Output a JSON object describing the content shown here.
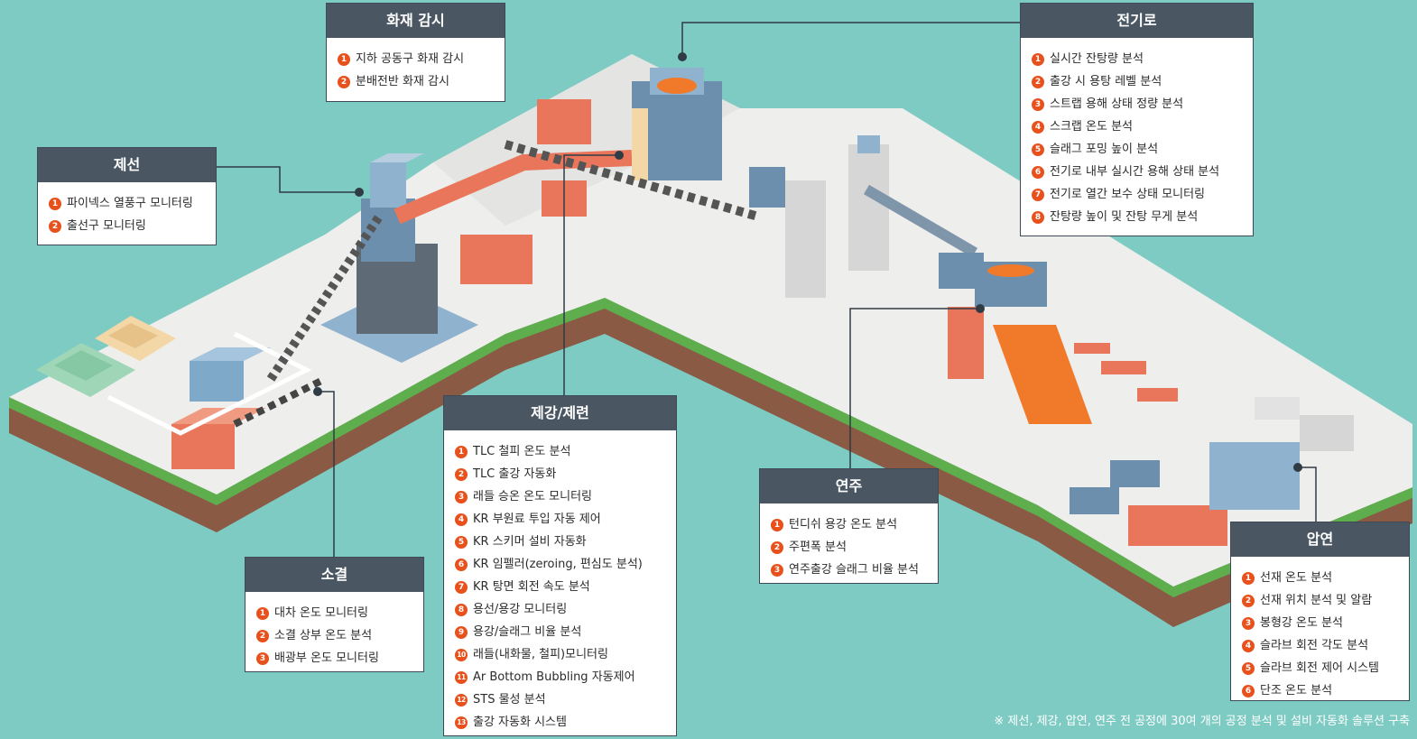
{
  "sections": {
    "fire": {
      "title": "화재 감시",
      "items": [
        "지하 공동구 화재 감시",
        "분배전반 화재 감시"
      ]
    },
    "eaf": {
      "title": "전기로",
      "items": [
        "실시간 잔탕량 분석",
        "출강 시 용탕 레벨 분석",
        "스트랩 용해 상태 정량 분석",
        "스크랩 온도 분석",
        "슬래그 포밍 높이 분석",
        "전기로 내부 실시간 용해 상태 분석",
        "전기로 열간 보수 상태 모니터링",
        "잔탕량 높이 및 잔탕 무게 분석"
      ]
    },
    "ironmaking": {
      "title": "제선",
      "items": [
        "파이넥스 열풍구 모니터링",
        "출선구 모니터링"
      ]
    },
    "steelmaking": {
      "title": "제강/제련",
      "items": [
        "TLC 철피 온도 분석",
        "TLC 출강 자동화",
        "래들 승온 온도 모니터링",
        "KR 부원료 투입 자동 제어",
        "KR 스키머 설비 자동화",
        "KR 임펠러(zeroing, 편심도 분석)",
        "KR 탕면 회전 속도 분석",
        "용선/용강 모니터링",
        "용강/슬래그 비율 분석",
        "래들(내화물, 철피)모니터링",
        "Ar Bottom Bubbling 자동제어",
        "STS 물성 분석",
        "출강 자동화 시스템"
      ]
    },
    "sintering": {
      "title": "소결",
      "items": [
        "대차 온도 모니터링",
        "소결 상부 온도 분석",
        "배광부 온도 모니터링"
      ]
    },
    "casting": {
      "title": "연주",
      "items": [
        "턴디쉬 용강 온도 분석",
        "주편폭 분석",
        "연주출강 슬래그 비율 분석"
      ]
    },
    "rolling": {
      "title": "압연",
      "items": [
        "선재 온도 분석",
        "선재 위치 분석 및 알람",
        "봉형강 온도 분석",
        "슬라브 회전 각도 분석",
        "슬라브 회전 제어 시스템",
        "단조 온도 분석"
      ]
    }
  },
  "footnote": "※ 제선, 제강, 압연, 연주 전 공정에 30여 개의 공정 분석 및 설비 자동화 솔루션 구축",
  "colors": {
    "background": "#7ecbc3",
    "header": "#4a5661",
    "number_badge": "#e8501c",
    "platform": "#eeeeec",
    "grass": "#5fae4e",
    "soil": "#8a5a44",
    "equipment_blue": "#6d8fae",
    "equipment_orange": "#e9765a",
    "molten": "#f07a2a"
  }
}
